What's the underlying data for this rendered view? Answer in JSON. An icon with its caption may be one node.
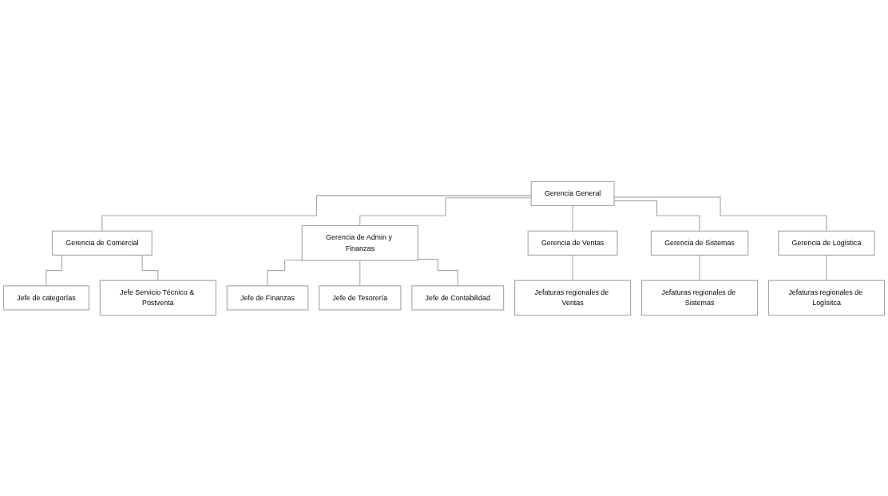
{
  "diagram": {
    "nodes": [
      {
        "text": [
          "Gerencia General"
        ]
      },
      {
        "text": [
          "Gerencia de Comercial"
        ]
      },
      {
        "text": [
          "Gerencia de Admin y Finanzas"
        ]
      },
      {
        "text": [
          "Gerencia de Ventas"
        ]
      },
      {
        "text": [
          "Gerencia de Sistemas"
        ]
      },
      {
        "text": [
          "Gerencia de Logística"
        ]
      },
      {
        "text": [
          "Jefe de categorías"
        ]
      },
      {
        "text": [
          "Jefe Servicio Técnico & Postventa"
        ]
      },
      {
        "text": [
          "Jefe de Finanzas"
        ]
      },
      {
        "text": [
          "Jefe de Tesorería"
        ]
      },
      {
        "text": [
          "Jefe de Contabilidad"
        ]
      },
      {
        "text": [
          "Jefaturas regionales de Ventas"
        ]
      },
      {
        "text": [
          "Jefaturas regionales de Sistemas"
        ]
      },
      {
        "text": [
          "Jefaturas regionales de Logísitca"
        ]
      }
    ],
    "edges": [
      {
        "from": 0,
        "to": 1,
        "arrow": "none"
      },
      {
        "from": 0,
        "to": 2,
        "arrow": "none"
      },
      {
        "from": 0,
        "to": 3,
        "arrow": "none"
      },
      {
        "from": 0,
        "to": 4,
        "arrow": "none"
      },
      {
        "from": 0,
        "to": 5,
        "arrow": "none"
      },
      {
        "from": 1,
        "to": 6,
        "arrow": "none"
      },
      {
        "from": 1,
        "to": 7,
        "arrow": "none"
      },
      {
        "from": 2,
        "to": 8,
        "arrow": "none"
      },
      {
        "from": 2,
        "to": 9,
        "arrow": "none"
      },
      {
        "from": 2,
        "to": 10,
        "arrow": "none"
      },
      {
        "from": 3,
        "to": 11,
        "arrow": "none"
      },
      {
        "from": 4,
        "to": 12,
        "arrow": "none"
      },
      {
        "from": 5,
        "to": 13,
        "arrow": "none"
      }
    ]
  }
}
